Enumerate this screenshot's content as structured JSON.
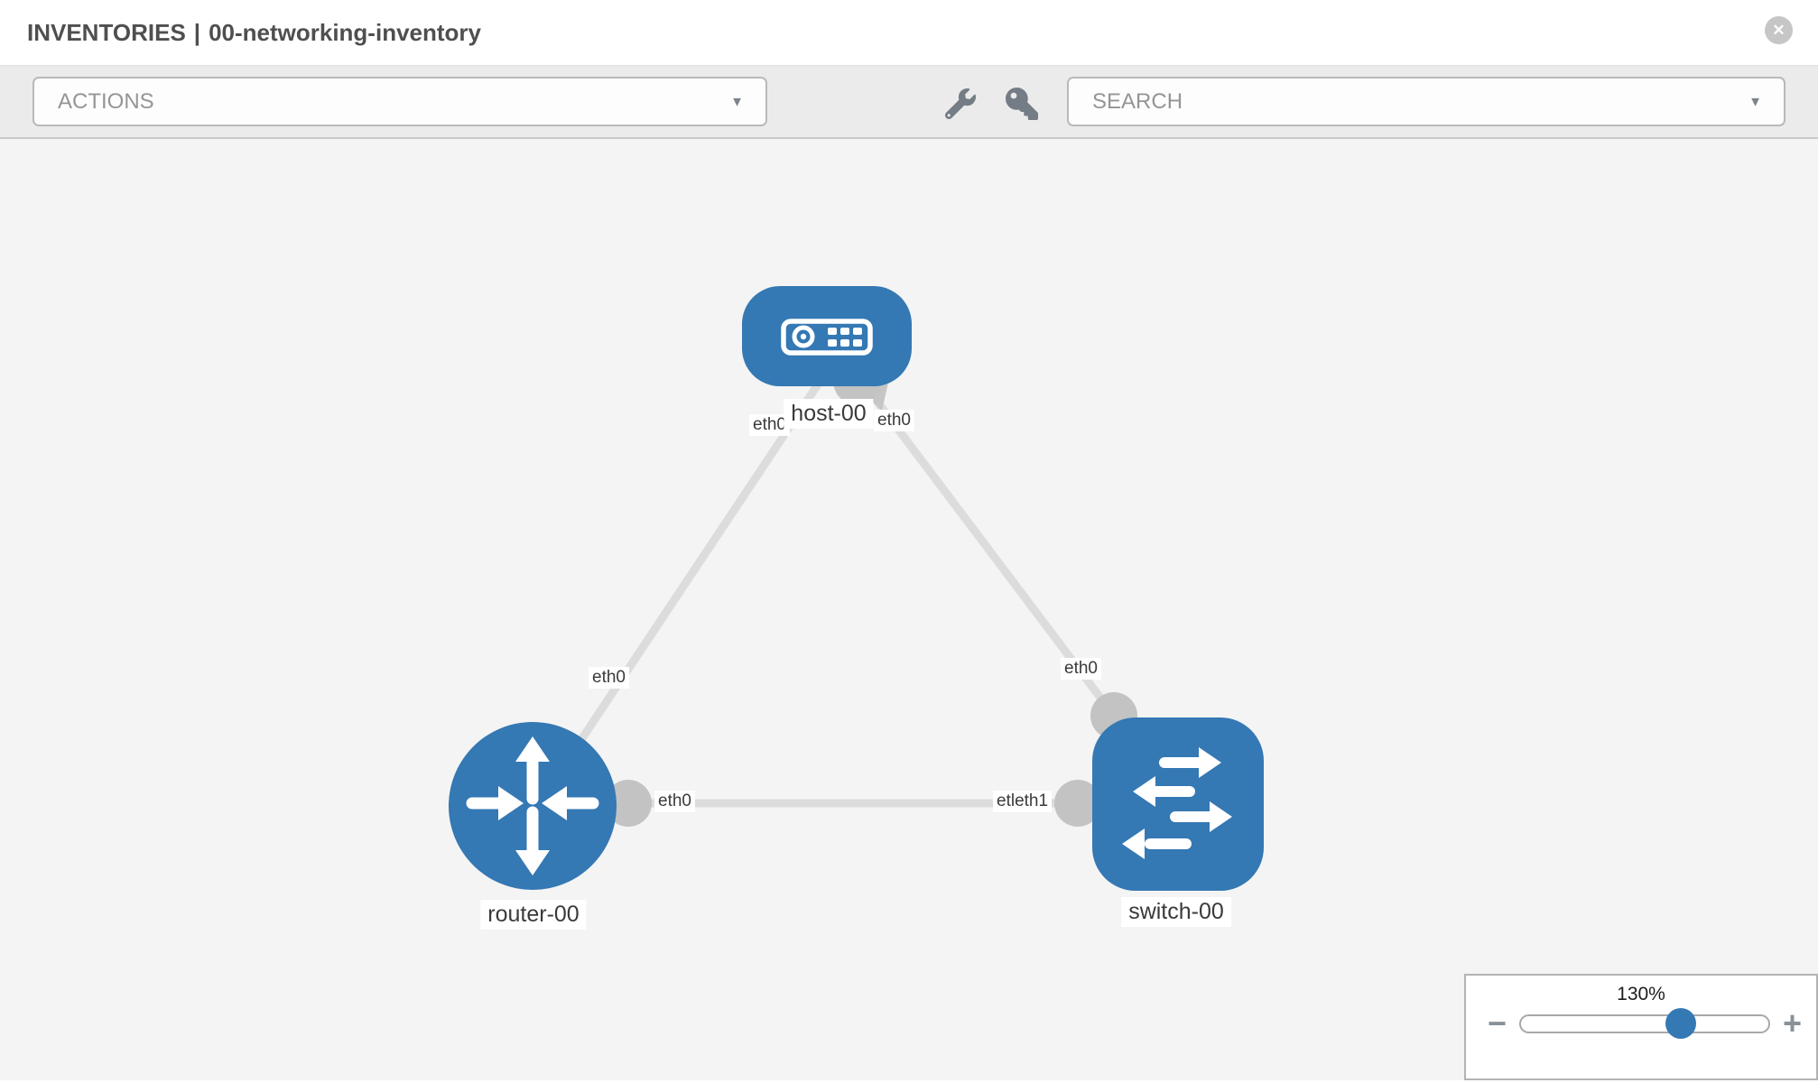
{
  "header": {
    "section": "INVENTORIES",
    "separator": "|",
    "inventory_name": "00-networking-inventory",
    "close_glyph": "✕"
  },
  "toolbar": {
    "actions_label": "ACTIONS",
    "search_label": "SEARCH",
    "caret": "▼",
    "tool_icons": [
      "wrench",
      "key"
    ]
  },
  "topology": {
    "nodes": [
      {
        "id": "host-00",
        "type": "host",
        "label": "host-00"
      },
      {
        "id": "router-00",
        "type": "router",
        "label": "router-00"
      },
      {
        "id": "switch-00",
        "type": "switch",
        "label": "switch-00"
      }
    ],
    "links": [
      {
        "from": "host-00",
        "from_interface": "eth0",
        "to": "router-00",
        "to_interface": "eth0"
      },
      {
        "from": "host-00",
        "from_interface": "eth0",
        "to": "switch-00",
        "to_interface": "eth0"
      },
      {
        "from": "router-00",
        "from_interface": "eth0",
        "to": "switch-00",
        "to_interface": "eth1"
      }
    ],
    "interface_chips": [
      "eth0",
      "eth0",
      "eth0",
      "eth0",
      "eth0",
      "etleth1"
    ]
  },
  "zoom_control": {
    "level_label": "130%",
    "minus_glyph": "−",
    "plus_glyph": "+"
  },
  "colors": {
    "node_blue": "#3478b4",
    "link_grey": "#dcdcdc",
    "connector_grey": "#c3c3c3",
    "canvas_bg": "#f4f4f4",
    "toolbar_bg": "#ebebeb"
  }
}
